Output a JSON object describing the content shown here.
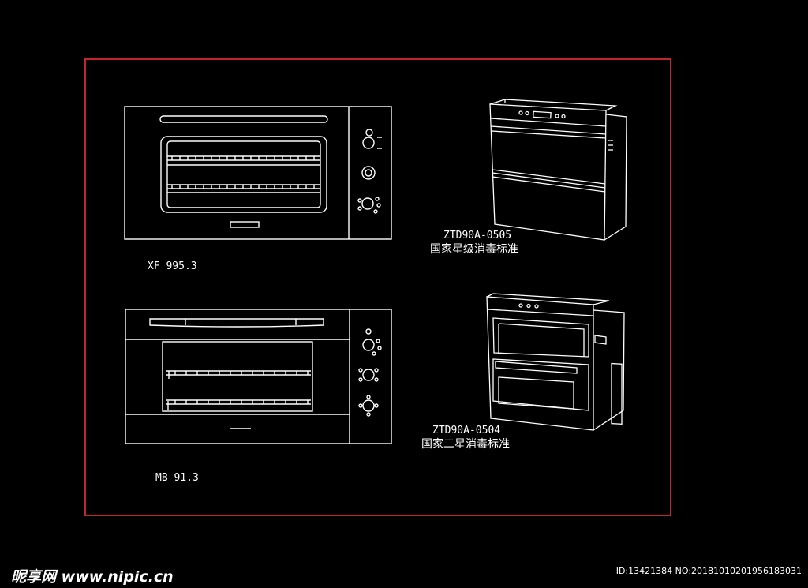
{
  "colors": {
    "background": "#000000",
    "lines": "#ffffff",
    "frame": "#c0272d"
  },
  "labels": {
    "oven1": "XF 995.3",
    "oven2": "MB 91.3",
    "cab1_model": "ZTD90A-0505",
    "cab1_standard": "国家星级消毒标准",
    "cab2_model": "ZTD90A-0504",
    "cab2_standard": "国家二星消毒标准"
  },
  "watermark": {
    "site": "昵享网 www.nipic.cn",
    "id": "ID:13421384 NO:20181010201956183031"
  }
}
